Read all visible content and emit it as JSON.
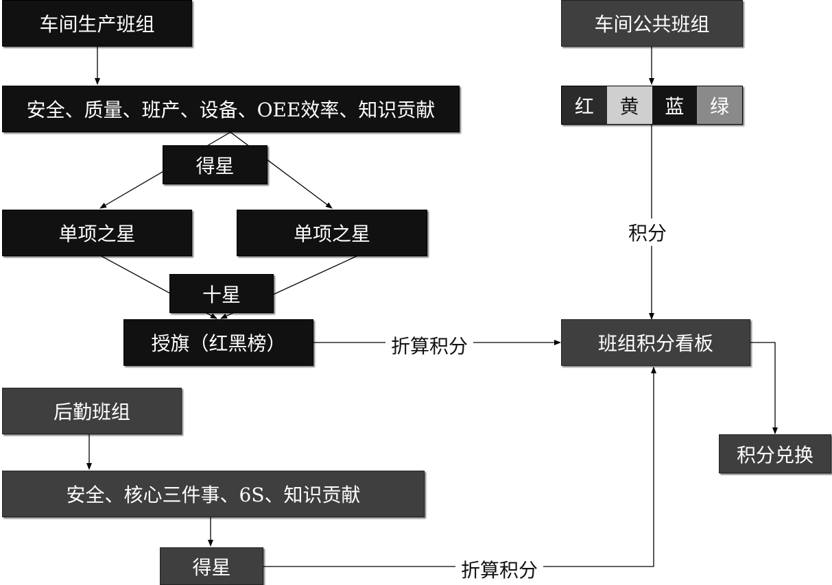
{
  "nodes": {
    "workshop_production": "车间生产班组",
    "production_items": "安全、质量、班产、设备、OEE效率、知识贡献",
    "get_star_top": "得星",
    "single_star_left": "单项之星",
    "single_star_right": "单项之星",
    "ten_stars": "十星",
    "flag_award": "授旗（红黑榜）",
    "workshop_public": "车间公共班组",
    "board": "班组积分看板",
    "exchange": "积分兑换",
    "logistics": "后勤班组",
    "logistics_items": "安全、核心三件事、6S、知识贡献",
    "get_star_bottom": "得星"
  },
  "color_cells": [
    {
      "label": "红",
      "bg": "#2b2b2b",
      "fg": "#ffffff"
    },
    {
      "label": "黄",
      "bg": "#cfcfcf",
      "fg": "#111111"
    },
    {
      "label": "蓝",
      "bg": "#141414",
      "fg": "#ffffff"
    },
    {
      "label": "绿",
      "bg": "#8a8a8a",
      "fg": "#ffffff"
    }
  ],
  "edge_labels": {
    "points": "积分",
    "convert_upper": "折算积分",
    "convert_lower": "折算积分"
  }
}
